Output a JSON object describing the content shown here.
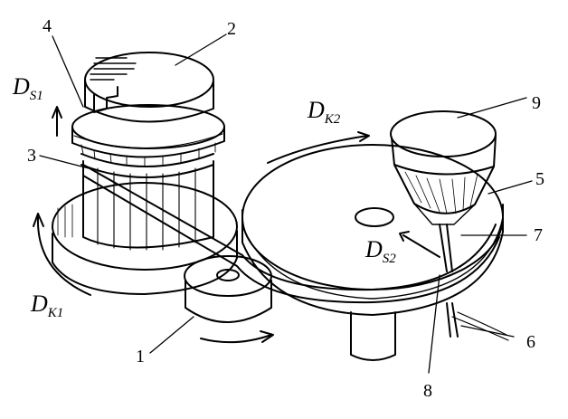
{
  "diagram": {
    "labels": {
      "n1": "1",
      "n2": "2",
      "n3": "3",
      "n4": "4",
      "n5": "5",
      "n6": "6",
      "n7": "7",
      "n8": "8",
      "n9": "9"
    },
    "symbols": {
      "ds1": {
        "main": "D",
        "sub": "S1"
      },
      "dk2": {
        "main": "D",
        "sub": "K2"
      },
      "ds2": {
        "main": "D",
        "sub": "S2"
      },
      "dk1": {
        "main": "D",
        "sub": "K1"
      }
    }
  }
}
